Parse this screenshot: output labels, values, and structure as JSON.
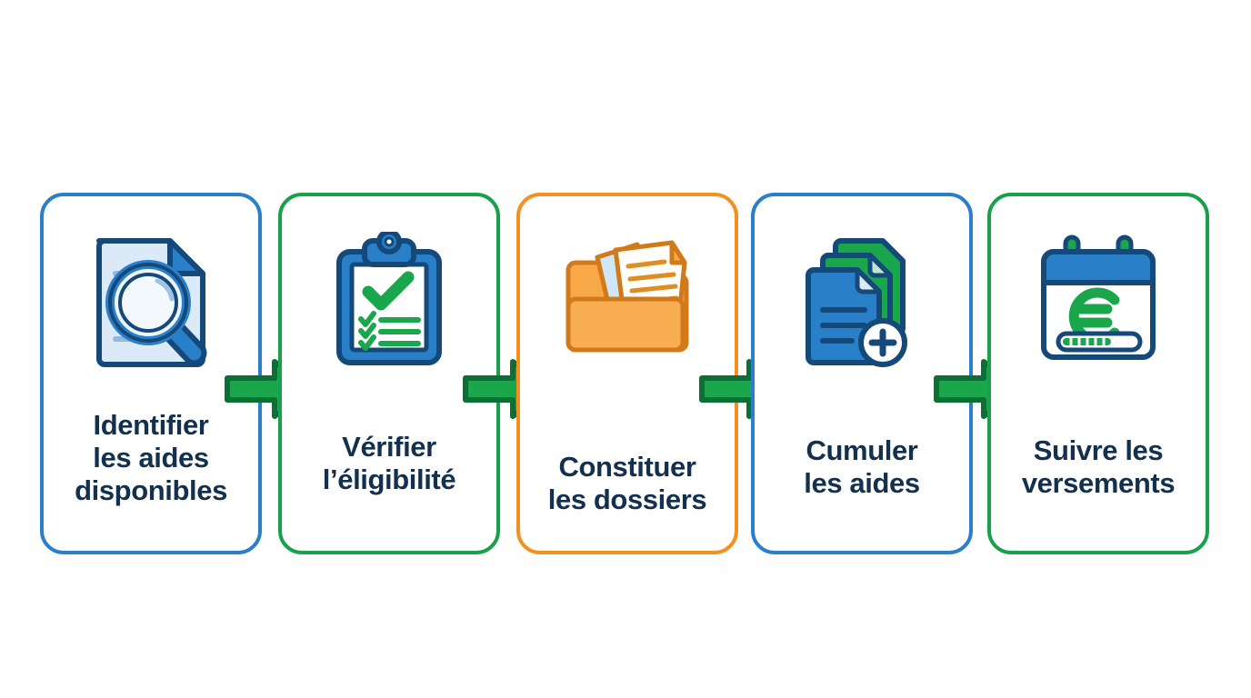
{
  "diagram": {
    "type": "process-flow",
    "orientation": "horizontal",
    "background_color": "#fefefe",
    "text_color": "#13304e",
    "palette": {
      "blue": "#2a7fc9",
      "blue_dark": "#14497a",
      "green": "#18a04a",
      "green_dark": "#0f7a36",
      "orange": "#f39021",
      "orange_dark": "#d2791a",
      "paper_light": "#dce9f7",
      "navy": "#13304e"
    },
    "steps": [
      {
        "index": 1,
        "label": "Identifier\nles aides\ndisponibles",
        "border_color": "#2a7fc9",
        "accent": "blue",
        "icon": "document-magnifier-icon"
      },
      {
        "index": 2,
        "label": "Vérifier\nl’éligibilité",
        "border_color": "#18a04a",
        "accent": "green",
        "icon": "clipboard-checklist-icon"
      },
      {
        "index": 3,
        "label": "Constituer\nles dossiers",
        "border_color": "#f39021",
        "accent": "orange",
        "icon": "open-folder-documents-icon"
      },
      {
        "index": 4,
        "label": "Cumuler\nles aides",
        "border_color": "#2a7fc9",
        "accent": "blue",
        "icon": "stacked-documents-plus-icon"
      },
      {
        "index": 5,
        "label": "Suivre les\nversements",
        "border_color": "#18a04a",
        "accent": "green",
        "icon": "calendar-euro-progress-icon"
      }
    ],
    "connectors": [
      {
        "index": 1,
        "icon": "arrow-right-icon",
        "color": "#1aa64b",
        "from_step": 1,
        "to_step": 2
      },
      {
        "index": 2,
        "icon": "arrow-right-icon",
        "color": "#1aa64b",
        "from_step": 2,
        "to_step": 3
      },
      {
        "index": 3,
        "icon": "arrow-right-icon",
        "color": "#1aa64b",
        "from_step": 3,
        "to_step": 4
      },
      {
        "index": 4,
        "icon": "arrow-right-icon",
        "color": "#1aa64b",
        "from_step": 4,
        "to_step": 5
      }
    ]
  }
}
